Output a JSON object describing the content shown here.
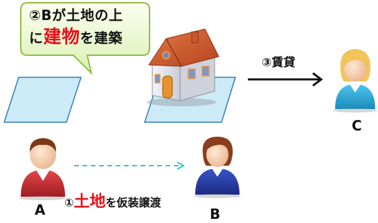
{
  "callout": {
    "line1": "②Bが土地の上",
    "line2_prefix": "に",
    "line2_emphasis": "建物",
    "line2_suffix": "を建築"
  },
  "lease": {
    "label": "③賃貸"
  },
  "transfer": {
    "prefix": "①",
    "emphasis": "土地",
    "suffix": "を仮装譲渡"
  },
  "people": {
    "a": {
      "label": "A"
    },
    "b": {
      "label": "B"
    },
    "c": {
      "label": "C"
    }
  },
  "colors": {
    "land": "#cdeaf7",
    "land_stroke": "#2a7fb4",
    "callout_fill": "#e8f6c6",
    "callout_stroke": "#8fbf45",
    "emphasis": "#e8101a",
    "dashed_arrow": "#3fbfc4",
    "solid_arrow": "#111111"
  }
}
